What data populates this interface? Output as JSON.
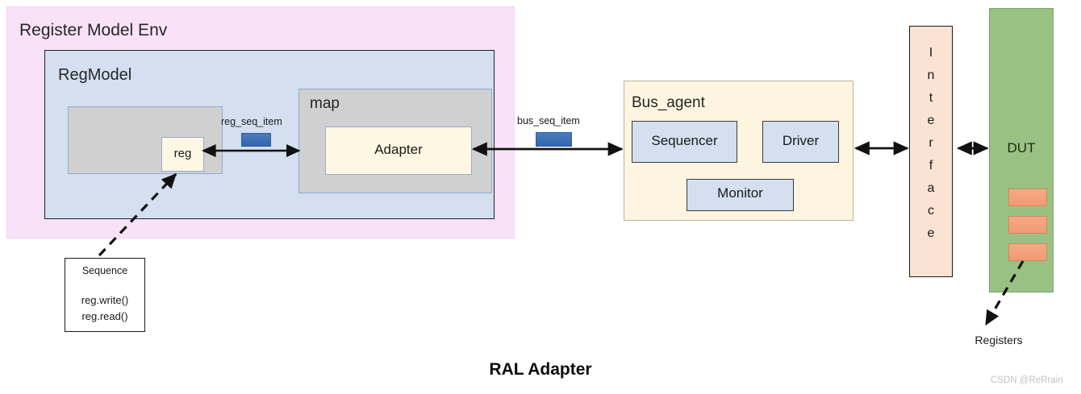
{
  "diagram": {
    "title": "RAL Adapter",
    "watermark": "CSDN @ReRrain"
  },
  "env": {
    "title": "Register Model Env",
    "color": "#f9e2f7"
  },
  "regmodel": {
    "title": "RegModel",
    "color": "#d4e0f0",
    "reg": {
      "label": "reg",
      "color": "#fdf7e3"
    },
    "container_color": "#d0d0d0"
  },
  "map": {
    "title": "map",
    "color": "#d0d0d0",
    "adapter": {
      "label": "Adapter",
      "color": "#fdf7e3"
    }
  },
  "connections": {
    "reg_seq_item": {
      "label": "reg_seq_item",
      "swatch_color": "#3a6fb8"
    },
    "bus_seq_item": {
      "label": "bus_seq_item",
      "swatch_color": "#3a6fb8"
    }
  },
  "sequence": {
    "title": "Sequence",
    "calls": [
      "reg.write()",
      "reg.read()"
    ]
  },
  "bus_agent": {
    "title": "Bus_agent",
    "color": "#fdf5e0",
    "components": [
      {
        "label": "Sequencer",
        "color": "#d4e0f0"
      },
      {
        "label": "Driver",
        "color": "#d4e0f0"
      },
      {
        "label": "Monitor",
        "color": "#d4e0f0"
      }
    ]
  },
  "interface": {
    "label": "Interface",
    "letters": [
      "I",
      "n",
      "t",
      "e",
      "r",
      "f",
      "a",
      "c",
      "e"
    ],
    "color": "#fae3d3"
  },
  "dut": {
    "label": "DUT",
    "color": "#99c183",
    "registers_label": "Registers",
    "register_blocks": [
      "",
      "",
      ""
    ],
    "register_color": "#f4a07c"
  }
}
